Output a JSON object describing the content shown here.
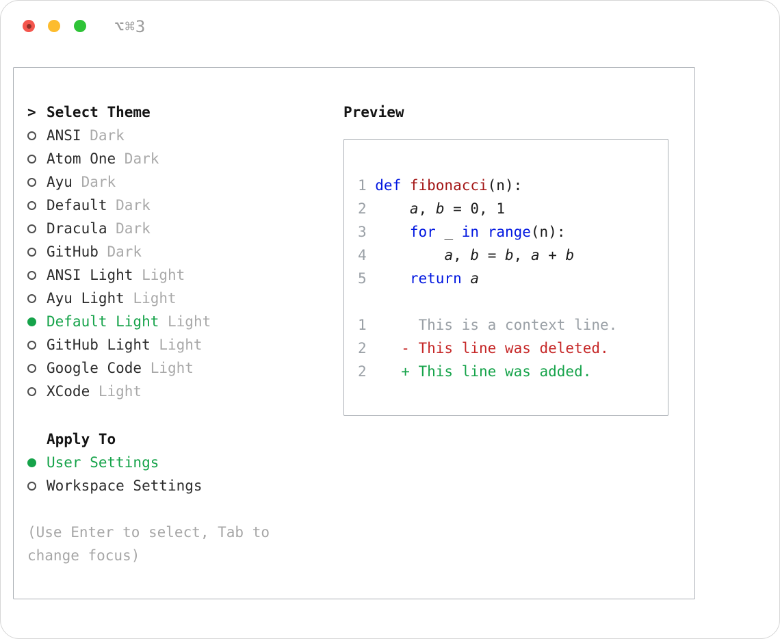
{
  "window": {
    "shortcut": "⌥⌘3"
  },
  "theme_select": {
    "prompt": ">",
    "title": "Select Theme",
    "items": [
      {
        "name": "ANSI",
        "variant": "Dark",
        "selected": false
      },
      {
        "name": "Atom One",
        "variant": "Dark",
        "selected": false
      },
      {
        "name": "Ayu",
        "variant": "Dark",
        "selected": false
      },
      {
        "name": "Default",
        "variant": "Dark",
        "selected": false
      },
      {
        "name": "Dracula",
        "variant": "Dark",
        "selected": false
      },
      {
        "name": "GitHub",
        "variant": "Dark",
        "selected": false
      },
      {
        "name": "ANSI Light",
        "variant": "Light",
        "selected": false
      },
      {
        "name": "Ayu Light",
        "variant": "Light",
        "selected": false
      },
      {
        "name": "Default Light",
        "variant": "Light",
        "selected": true
      },
      {
        "name": "GitHub Light",
        "variant": "Light",
        "selected": false
      },
      {
        "name": "Google Code",
        "variant": "Light",
        "selected": false
      },
      {
        "name": "XCode",
        "variant": "Light",
        "selected": false
      }
    ]
  },
  "apply_to": {
    "title": "Apply To",
    "options": [
      {
        "label": "User Settings",
        "selected": true
      },
      {
        "label": "Workspace Settings",
        "selected": false
      }
    ]
  },
  "hint": "(Use Enter to select, Tab to change focus)",
  "preview": {
    "title": "Preview",
    "lines": [
      {
        "num": "1",
        "segments": [
          {
            "t": "def ",
            "c": "kw"
          },
          {
            "t": "fibonacci",
            "c": "fn"
          },
          {
            "t": "(n):",
            "c": "pl"
          }
        ]
      },
      {
        "num": "2",
        "segments": [
          {
            "t": "    ",
            "c": "pl"
          },
          {
            "t": "a",
            "c": "var"
          },
          {
            "t": ", ",
            "c": "pl"
          },
          {
            "t": "b",
            "c": "var"
          },
          {
            "t": " = 0, 1",
            "c": "pl"
          }
        ]
      },
      {
        "num": "3",
        "segments": [
          {
            "t": "    ",
            "c": "pl"
          },
          {
            "t": "for",
            "c": "kw"
          },
          {
            "t": " _ ",
            "c": "pl"
          },
          {
            "t": "in",
            "c": "kw"
          },
          {
            "t": " ",
            "c": "pl"
          },
          {
            "t": "range",
            "c": "kw"
          },
          {
            "t": "(n):",
            "c": "pl"
          }
        ]
      },
      {
        "num": "4",
        "segments": [
          {
            "t": "        ",
            "c": "pl"
          },
          {
            "t": "a",
            "c": "var"
          },
          {
            "t": ", ",
            "c": "pl"
          },
          {
            "t": "b",
            "c": "var"
          },
          {
            "t": " = ",
            "c": "pl"
          },
          {
            "t": "b",
            "c": "var"
          },
          {
            "t": ", ",
            "c": "pl"
          },
          {
            "t": "a",
            "c": "var"
          },
          {
            "t": " + ",
            "c": "pl"
          },
          {
            "t": "b",
            "c": "var"
          }
        ]
      },
      {
        "num": "5",
        "segments": [
          {
            "t": "    ",
            "c": "pl"
          },
          {
            "t": "return",
            "c": "kw"
          },
          {
            "t": " ",
            "c": "pl"
          },
          {
            "t": "a",
            "c": "var"
          }
        ]
      },
      {
        "num": "",
        "segments": []
      },
      {
        "num": "1",
        "segments": [
          {
            "t": "     This is a context line.",
            "c": "ctx"
          }
        ]
      },
      {
        "num": "2",
        "segments": [
          {
            "t": "   - This line was deleted.",
            "c": "del"
          }
        ]
      },
      {
        "num": "2",
        "segments": [
          {
            "t": "   + This line was added.",
            "c": "add"
          }
        ]
      }
    ]
  },
  "colors": {
    "accent_green": "#16a34a",
    "keyword_blue": "#0016e0",
    "function_red": "#a31515",
    "deleted_red": "#c62828",
    "muted_gray": "#a9a9a9"
  }
}
